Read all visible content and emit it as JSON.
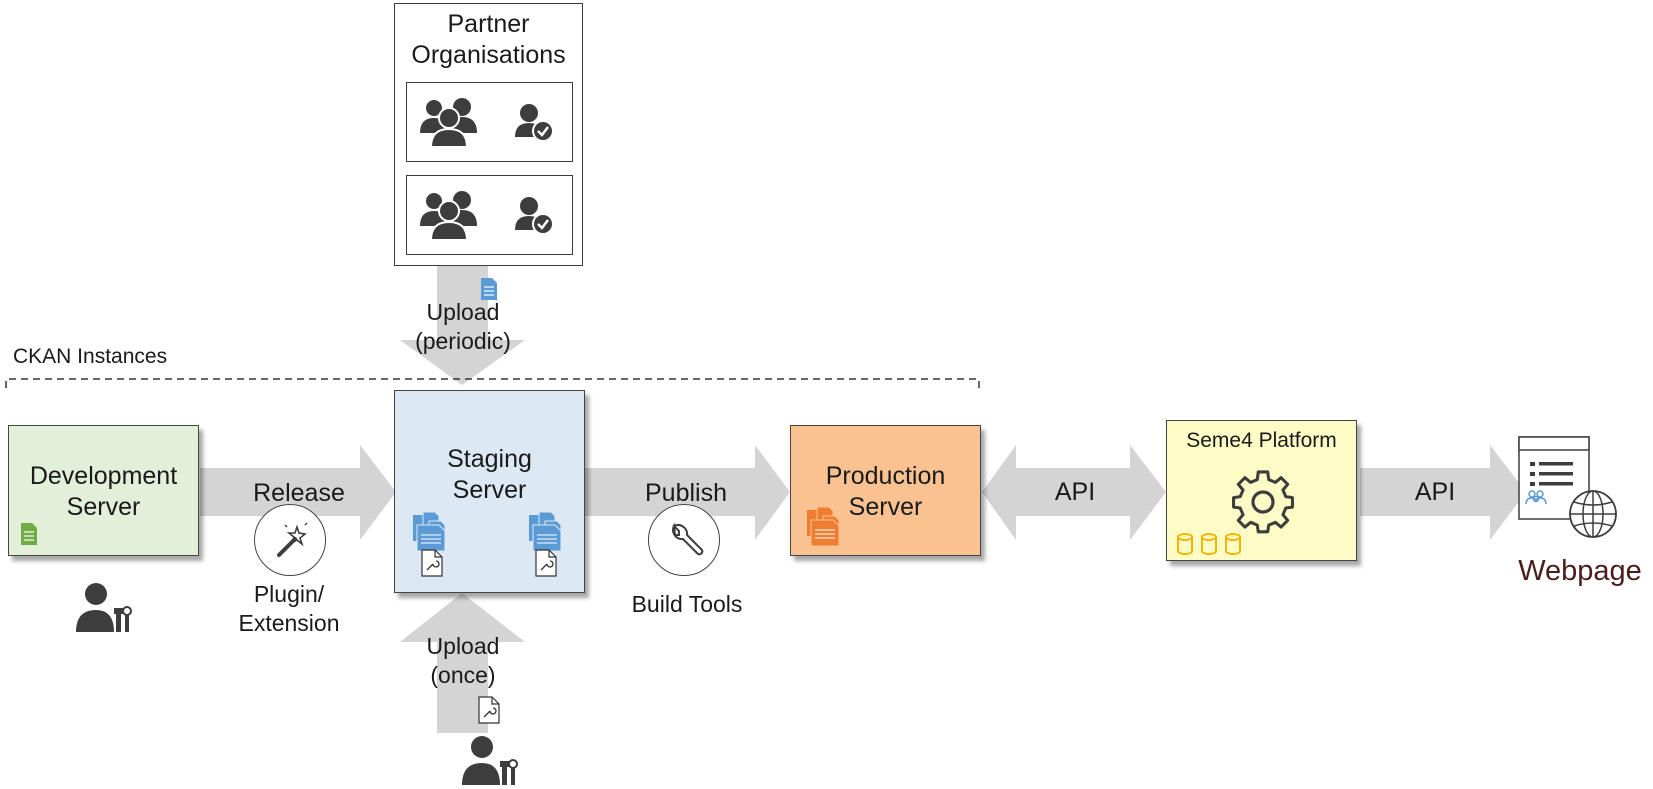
{
  "partner": {
    "title_line1": "Partner",
    "title_line2": "Organisations"
  },
  "upload_periodic": {
    "line1": "Upload",
    "line2": "(periodic)"
  },
  "ckan_label": "CKAN Instances",
  "development": {
    "line1": "Development",
    "line2": "Server"
  },
  "release": {
    "label": "Release",
    "sub_line1": "Plugin/",
    "sub_line2": "Extension"
  },
  "staging": {
    "line1": "Staging",
    "line2": "Server"
  },
  "publish": {
    "label": "Publish",
    "sub": "Build Tools"
  },
  "production": {
    "line1": "Production",
    "line2": "Server"
  },
  "api_left": "API",
  "seme4": {
    "title": "Seme4 Platform"
  },
  "api_right": "API",
  "webpage": "Webpage",
  "upload_once": {
    "line1": "Upload",
    "line2": "(once)"
  },
  "colors": {
    "arrow": "#d4d4d4",
    "development_fill": "#e2efd9",
    "staging_fill": "#dde8f5",
    "production_fill": "#fac291",
    "seme4_fill": "#fdfcc6",
    "icon_dark": "#3d3d3d",
    "doc_blue": "#5b9bd5",
    "doc_green": "#70ad47",
    "doc_orange": "#ed7d31",
    "db_yellow": "#f5b400",
    "webpage_text": "#4a1c1c"
  }
}
